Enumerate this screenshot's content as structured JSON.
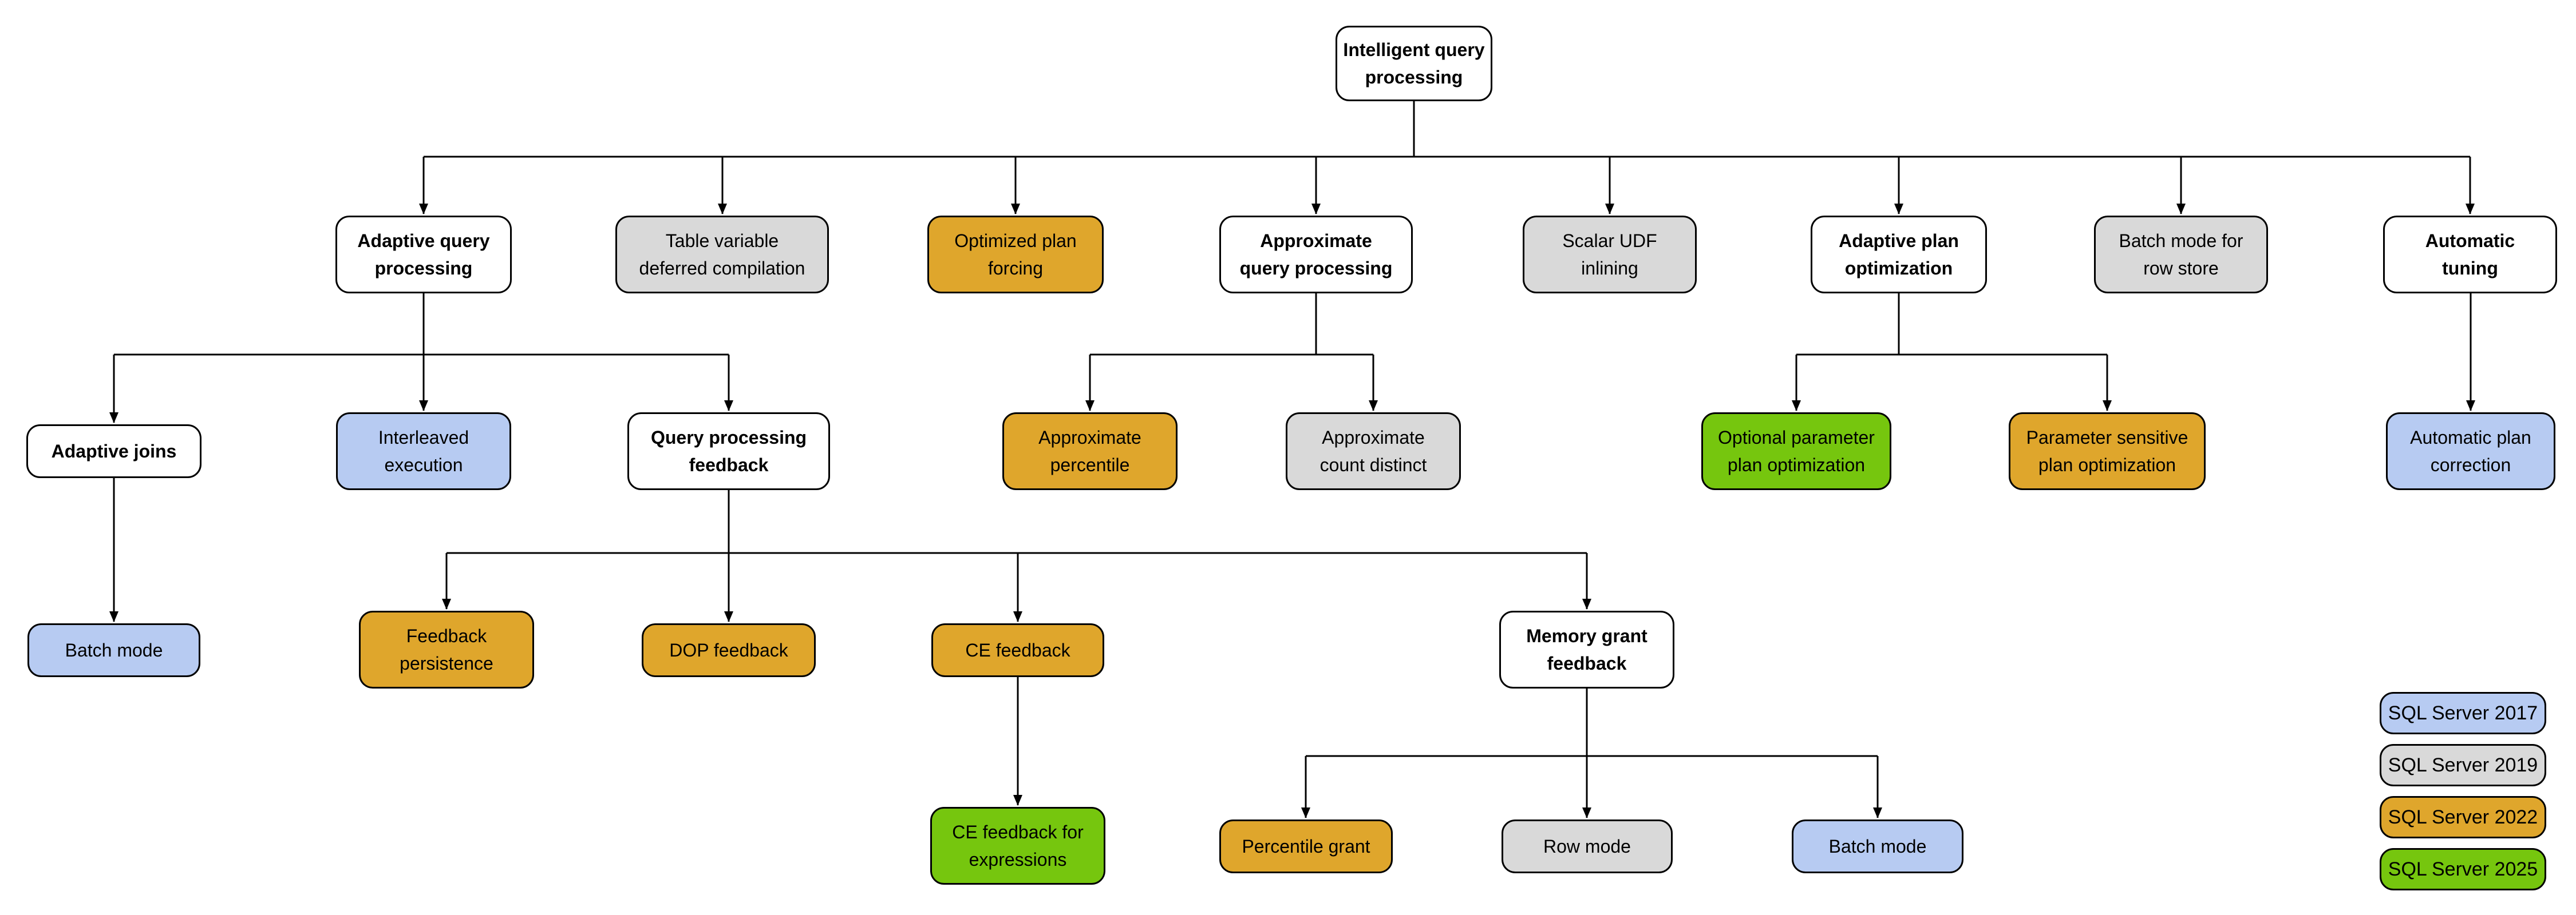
{
  "diagram_title": "Intelligent query processing",
  "colors": {
    "category": "#ffffff",
    "sql2017": "#b7cbf2",
    "sql2019": "#d9d9d9",
    "sql2022": "#dfa62c",
    "sql2025": "#76c60e",
    "line": "#000000"
  },
  "nodes": {
    "root": {
      "label": "Intelligent query\nprocessing",
      "version": "category"
    },
    "adaptive_query_processing": {
      "label": "Adaptive query\nprocessing",
      "version": "category"
    },
    "table_variable_deferred_compilation": {
      "label": "Table variable\ndeferred compilation",
      "version": "2019"
    },
    "optimized_plan_forcing": {
      "label": "Optimized plan\nforcing",
      "version": "2022"
    },
    "approximate_query_processing": {
      "label": "Approximate\nquery processing",
      "version": "category"
    },
    "scalar_udf_inlining": {
      "label": "Scalar UDF\ninlining",
      "version": "2019"
    },
    "adaptive_plan_optimization": {
      "label": "Adaptive plan\noptimization",
      "version": "category"
    },
    "batch_mode_for_row_store": {
      "label": "Batch mode for\nrow store",
      "version": "2019"
    },
    "automatic_tuning": {
      "label": "Automatic\ntuning",
      "version": "category"
    },
    "adaptive_joins": {
      "label": "Adaptive joins",
      "version": "category"
    },
    "interleaved_execution": {
      "label": "Interleaved\nexecution",
      "version": "2017"
    },
    "query_processing_feedback": {
      "label": "Query processing\nfeedback",
      "version": "category"
    },
    "approximate_percentile": {
      "label": "Approximate\npercentile",
      "version": "2022"
    },
    "approximate_count_distinct": {
      "label": "Approximate\ncount distinct",
      "version": "2019"
    },
    "optional_parameter_plan_optimization": {
      "label": "Optional parameter\nplan optimization",
      "version": "2025"
    },
    "parameter_sensitive_plan_optimization": {
      "label": "Parameter sensitive\nplan optimization",
      "version": "2022"
    },
    "automatic_plan_correction": {
      "label": "Automatic plan\ncorrection",
      "version": "2017"
    },
    "batch_mode_adaptive_joins": {
      "label": "Batch mode",
      "version": "2017"
    },
    "feedback_persistence": {
      "label": "Feedback\npersistence",
      "version": "2022"
    },
    "dop_feedback": {
      "label": "DOP feedback",
      "version": "2022"
    },
    "ce_feedback": {
      "label": "CE feedback",
      "version": "2022"
    },
    "memory_grant_feedback": {
      "label": "Memory grant\nfeedback",
      "version": "category"
    },
    "ce_feedback_for_expressions": {
      "label": "CE feedback for\nexpressions",
      "version": "2025"
    },
    "percentile_grant": {
      "label": "Percentile grant",
      "version": "2022"
    },
    "row_mode": {
      "label": "Row mode",
      "version": "2019"
    },
    "batch_mode_memory_grant": {
      "label": "Batch mode",
      "version": "2017"
    }
  },
  "legend": {
    "items": [
      {
        "label": "SQL Server 2017",
        "color": "#b7cbf2"
      },
      {
        "label": "SQL Server 2019",
        "color": "#d9d9d9"
      },
      {
        "label": "SQL Server 2022",
        "color": "#dfa62c"
      },
      {
        "label": "SQL Server 2025",
        "color": "#76c60e"
      }
    ]
  }
}
